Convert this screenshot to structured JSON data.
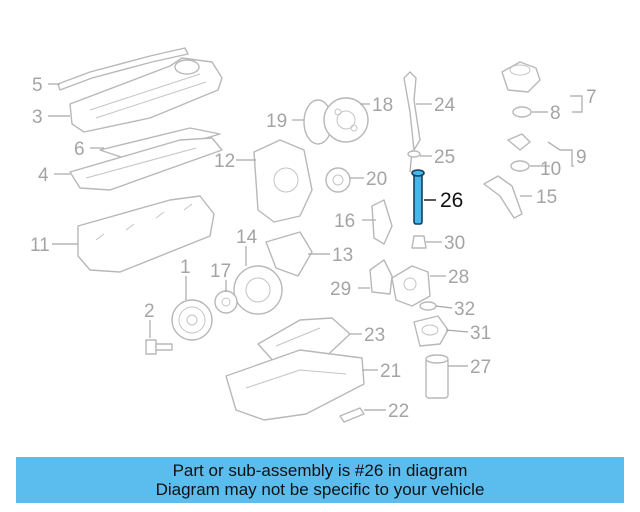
{
  "diagram": {
    "highlighted_part": "26",
    "callouts": [
      "1",
      "2",
      "3",
      "4",
      "5",
      "6",
      "7",
      "8",
      "9",
      "10",
      "11",
      "12",
      "13",
      "14",
      "15",
      "16",
      "17",
      "18",
      "19",
      "20",
      "21",
      "22",
      "23",
      "24",
      "25",
      "26",
      "27",
      "28",
      "29",
      "30",
      "31",
      "32"
    ]
  },
  "banner": {
    "line1": "Part or sub-assembly is #26 in diagram",
    "line2": "Diagram may not be specific to your vehicle"
  },
  "colors": {
    "banner_bg": "#5bbcee",
    "highlight_fill": "#43b8ea",
    "outline": "#b8b8b8"
  }
}
